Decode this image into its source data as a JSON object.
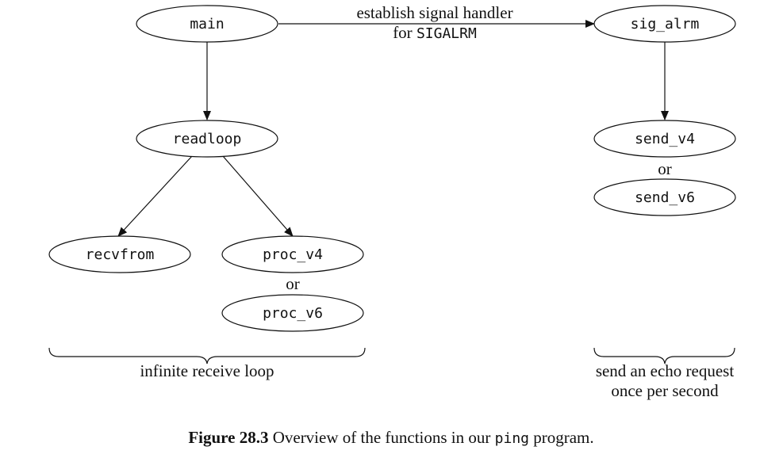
{
  "nodes": {
    "main": "main",
    "sig_alrm": "sig_alrm",
    "readloop": "readloop",
    "recvfrom": "recvfrom",
    "proc_v4": "proc_v4",
    "proc_v6": "proc_v6",
    "send_v4": "send_v4",
    "send_v6": "send_v6"
  },
  "edge_label": {
    "line1": "establish signal handler",
    "line2_prefix": "for ",
    "line2_code": "SIGALRM"
  },
  "alternatives": {
    "proc_or": "or",
    "send_or": "or"
  },
  "braces": {
    "left_label": "infinite receive loop",
    "right_label_line1": "send an echo request",
    "right_label_line2": "once per second"
  },
  "caption": {
    "label": "Figure 28.3",
    "text_before": "Overview of the functions in our ",
    "code": "ping",
    "text_after": " program."
  }
}
